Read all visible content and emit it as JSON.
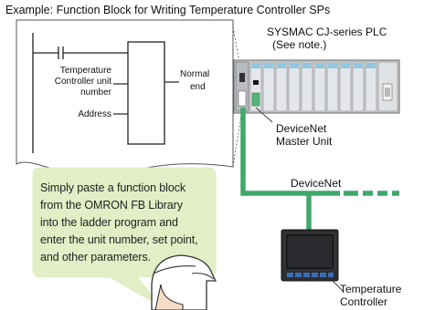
{
  "title": "Example: Function Block for Writing Temperature Controller SPs",
  "fb_block": {
    "input_label": "Temperature Controller unit number",
    "address_label": "Address",
    "output_label_1": "Normal",
    "output_label_2": "end"
  },
  "plc": {
    "name": "SYSMAC CJ-series PLC",
    "note": "(See note.)",
    "master_unit_1": "DeviceNet",
    "master_unit_2": "Master Unit"
  },
  "network": {
    "label": "DeviceNet"
  },
  "controller": {
    "label_1": "Temperature",
    "label_2": "Controller"
  },
  "bubble": {
    "text": "Simply paste a function block from the OMRON FB Library into the ladder program and enter the unit number, set point, and other parameters."
  },
  "colors": {
    "network": "#3fa86a",
    "bubble": "#e2eec5",
    "plc_blue": "#8fc8e0"
  }
}
